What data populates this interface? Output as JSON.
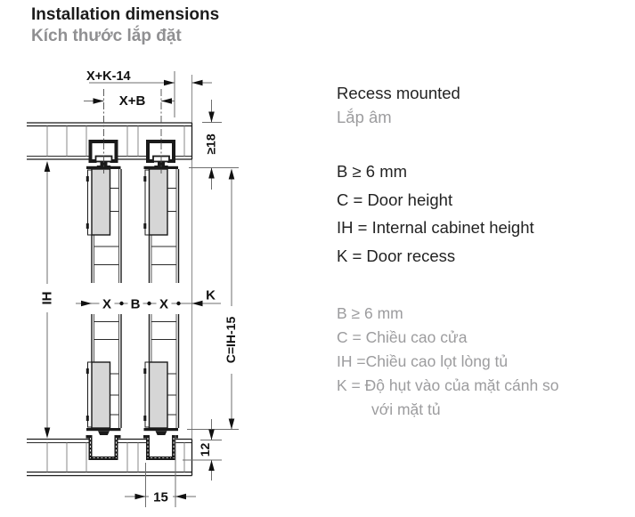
{
  "page": {
    "title": "Installation dimensions",
    "subtitle": "Kích thước lắp đặt"
  },
  "info": {
    "mounting_en": "Recess mounted",
    "mounting_vi": "Lắp âm",
    "legend_en": [
      "B ≥ 6 mm",
      "C = Door height",
      "IH = Internal cabinet height",
      "K = Door recess"
    ],
    "legend_vi": [
      "B ≥ 6 mm",
      "C = Chiều cao cửa",
      "IH =Chiều cao lọt lòng tủ",
      "K = Độ hụt vào của mặt cánh so",
      "với mặt tủ"
    ]
  },
  "diagram": {
    "labels": {
      "x_k_14": "X+K-14",
      "x_b": "X+B",
      "min_18": "≥18",
      "ih": "IH",
      "x1": "X",
      "b": "B",
      "x2": "X",
      "k": "K",
      "c_ih_15": "C=IH-15",
      "recess_depth": "12",
      "recess_width": "15"
    },
    "colors": {
      "ink": "#1a1a1a",
      "dimension_line_gray": "#6e6e6e",
      "fitting_gray": "#d6d6d6",
      "muted_text_gray": "#9c9c9e"
    }
  }
}
